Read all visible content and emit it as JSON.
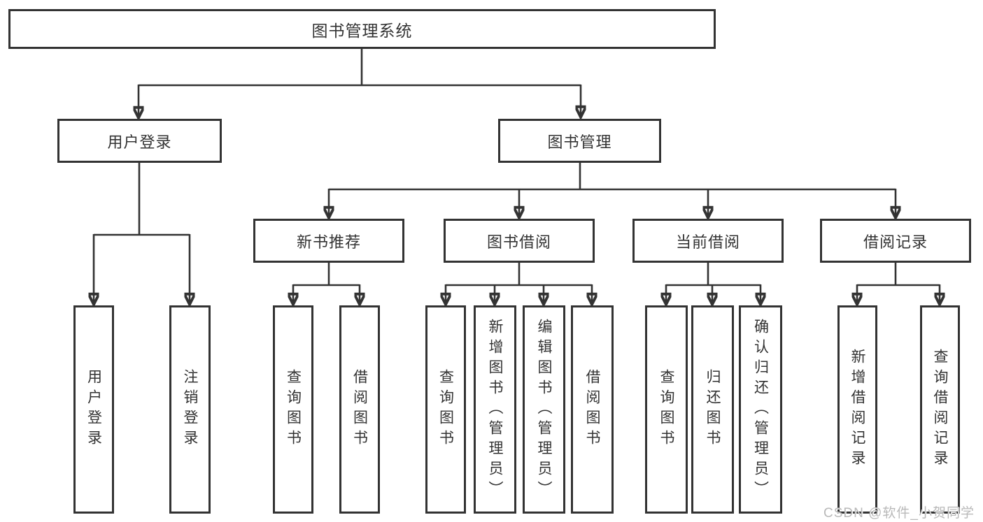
{
  "diagram": {
    "root": {
      "label": "图书管理系统"
    },
    "level2": [
      {
        "label": "用户登录"
      },
      {
        "label": "图书管理"
      }
    ],
    "level3": [
      {
        "label": "新书推荐"
      },
      {
        "label": "图书借阅"
      },
      {
        "label": "当前借阅"
      },
      {
        "label": "借阅记录"
      }
    ],
    "leaves": [
      {
        "label": "用户登录",
        "parent": "用户登录"
      },
      {
        "label": "注销登录",
        "parent": "用户登录"
      },
      {
        "label": "查询图书",
        "parent": "新书推荐"
      },
      {
        "label": "借阅图书",
        "parent": "新书推荐"
      },
      {
        "label": "查询图书",
        "parent": "图书借阅"
      },
      {
        "label": "新增图书（管理员）",
        "parent": "图书借阅"
      },
      {
        "label": "编辑图书（管理员）",
        "parent": "图书借阅"
      },
      {
        "label": "借阅图书",
        "parent": "图书借阅"
      },
      {
        "label": "查询图书",
        "parent": "当前借阅"
      },
      {
        "label": "归还图书",
        "parent": "当前借阅"
      },
      {
        "label": "确认归还（管理员）",
        "parent": "当前借阅"
      },
      {
        "label": "新增借阅记录",
        "parent": "借阅记录"
      },
      {
        "label": "查询借阅记录",
        "parent": "借阅记录"
      }
    ],
    "watermark": "CSDN @软件_小贺同学",
    "colors": {
      "line": "#333333",
      "border": "#333333",
      "text": "#333333",
      "background": "#ffffff",
      "watermark": "#b9b9b9"
    }
  }
}
